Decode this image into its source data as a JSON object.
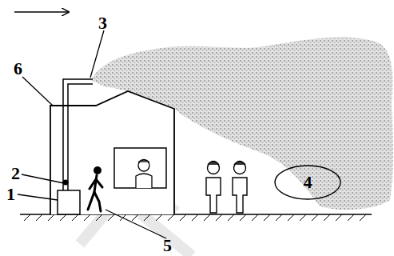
{
  "diagram": {
    "nodes": [
      {
        "text": [
          "4"
        ]
      }
    ],
    "labels": [
      "3",
      "6",
      "2",
      "1",
      "5"
    ]
  }
}
